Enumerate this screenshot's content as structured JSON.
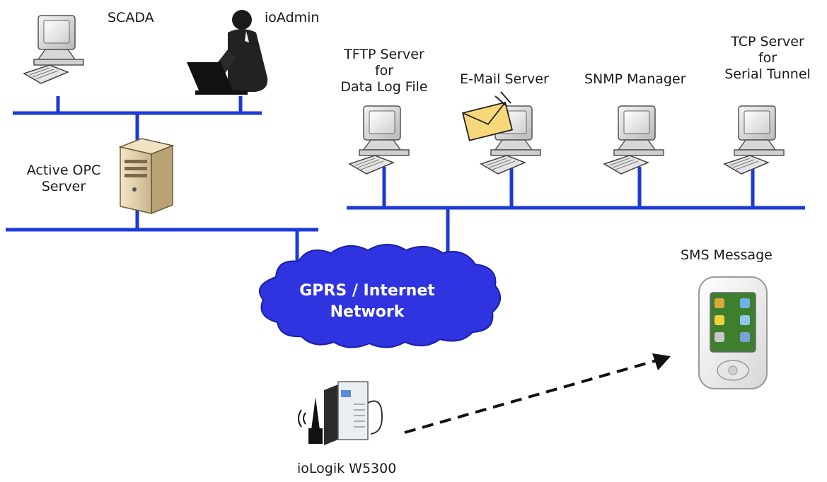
{
  "nodes": {
    "scada": {
      "label": "SCADA"
    },
    "ioadmin": {
      "label": "ioAdmin"
    },
    "opc_server": {
      "label_lines": [
        "Active OPC",
        "Server"
      ]
    },
    "tftp_server": {
      "label_lines": [
        "TFTP Server",
        "for",
        "Data Log File"
      ]
    },
    "email_server": {
      "label": "E-Mail Server"
    },
    "snmp_manager": {
      "label": "SNMP Manager"
    },
    "tcp_server": {
      "label_lines": [
        "TCP Server",
        "for",
        "Serial Tunnel"
      ]
    },
    "cloud": {
      "label_lines": [
        "GPRS / Internet",
        "Network"
      ]
    },
    "sms": {
      "label": "SMS Message"
    },
    "device": {
      "label": "ioLogik W5300"
    }
  },
  "colors": {
    "network_line": "#1c3ad8",
    "cloud_fill": "#2f34e0",
    "cloud_text": "#ffffff",
    "arrow": "#111111"
  },
  "icons": [
    "computer-icon",
    "laptop-user-icon",
    "server-tower-icon",
    "envelope-icon",
    "cloud-icon",
    "smartphone-icon",
    "iologik-device-icon",
    "antenna-icon",
    "dashed-arrow-icon"
  ]
}
